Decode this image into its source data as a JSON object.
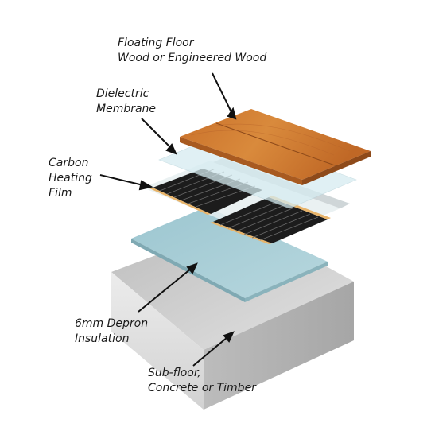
{
  "labels": {
    "floor": {
      "line1": "Floating Floor",
      "line2": "Wood or Engineered Wood"
    },
    "membrane": {
      "line1": "Dielectric",
      "line2": "Membrane"
    },
    "film": {
      "line1": "Carbon",
      "line2": "Heating",
      "line3": "Film"
    },
    "insulation": {
      "line1": "6mm Depron",
      "line2": "Insulation"
    },
    "subfloor": {
      "line1": "Sub-floor,",
      "line2": "Concrete or Timber"
    }
  },
  "colors": {
    "wood": "#c8742e",
    "membrane": "#d6ecf1",
    "film_strip": "#1c1c1c",
    "film_edge": "#e8b46a",
    "insulation": "#a9cdd6",
    "concrete": "#d3d3d3"
  }
}
